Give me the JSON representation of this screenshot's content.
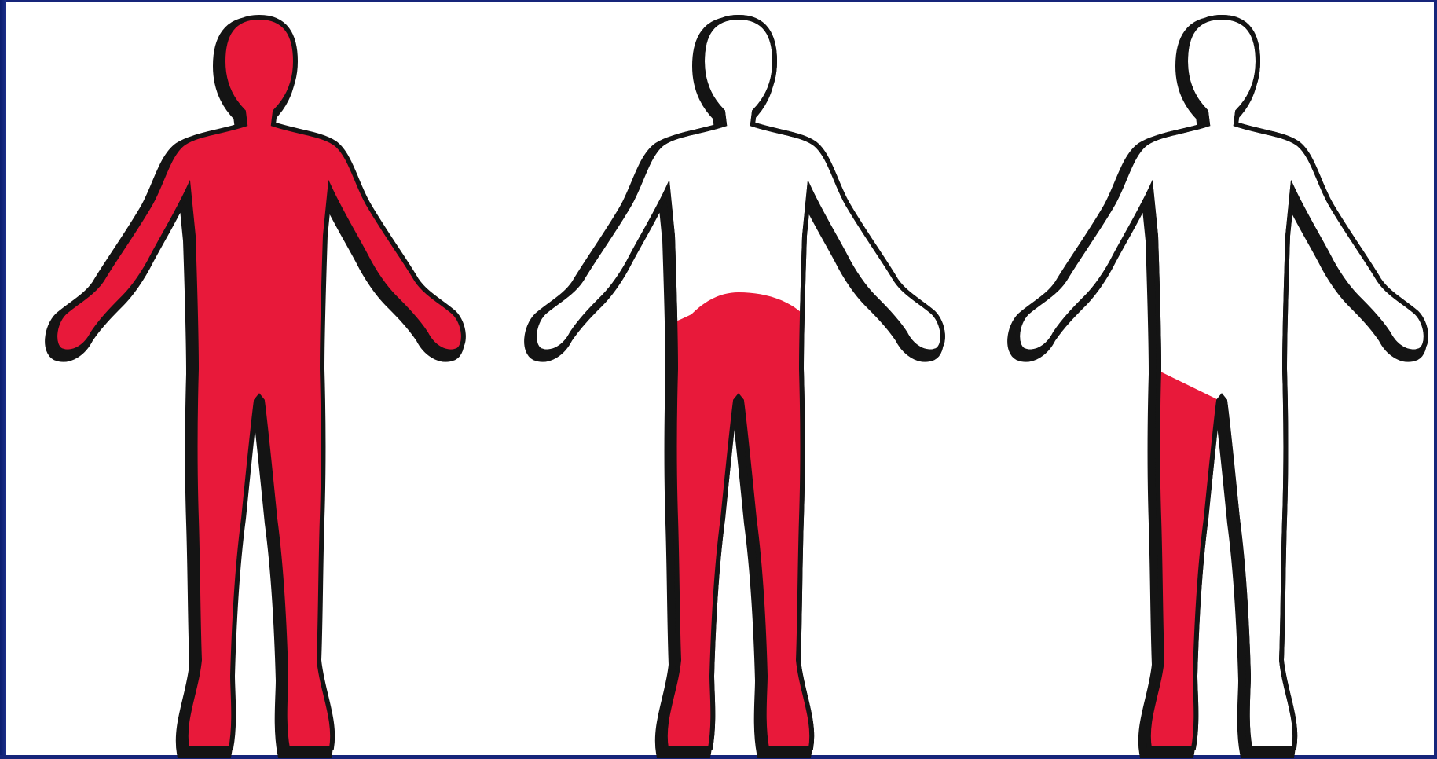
{
  "figures": [
    {
      "id": "figure-1",
      "fill": "full-body"
    },
    {
      "id": "figure-2",
      "fill": "both-legs-and-pelvis"
    },
    {
      "id": "figure-3",
      "fill": "one-leg"
    }
  ],
  "colors": {
    "fill": "#e8193a",
    "outline": "#141414",
    "body": "#ffffff",
    "frame": "#16257a"
  }
}
